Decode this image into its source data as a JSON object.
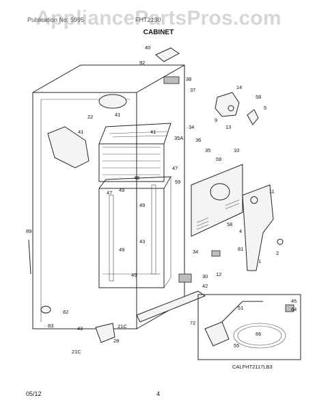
{
  "watermark": "AppliancePartsPros.com",
  "header": {
    "left": "Publication No: 5995",
    "right": "FHT2130"
  },
  "title": "CABINET",
  "footer": {
    "date": "05/12",
    "page": "4"
  },
  "figure_code": "CALFHT2117LB3",
  "callouts": {
    "c40": "40",
    "c92": "92",
    "c38": "38",
    "c37": "37",
    "c14": "14",
    "c58a": "58",
    "c22": "22",
    "c41a": "41",
    "c41b": "41",
    "c41c": "41",
    "c9": "9",
    "c13": "13",
    "c5": "5",
    "c34a": "34",
    "c35A": "35A",
    "c36": "36",
    "c35": "35",
    "c10": "10",
    "c59a": "59",
    "c59b": "59",
    "c47a": "47",
    "c47b": "47",
    "c48": "48",
    "c49a": "49",
    "c49b": "49",
    "c49c": "49",
    "c49d": "49",
    "c11": "11",
    "c58b": "58",
    "c4": "4",
    "c89": "89",
    "c43a": "43",
    "c81": "81",
    "c2": "2",
    "c1": "1",
    "c34b": "34",
    "c12": "12",
    "c30": "30",
    "c42": "42",
    "c45": "45",
    "c64": "64",
    "c51": "51",
    "c82": "82",
    "c83": "83",
    "c21Ca": "21C",
    "c21Cb": "21C",
    "c72": "72",
    "c43b": "43",
    "c28": "28",
    "c66": "66",
    "c55": "55"
  }
}
